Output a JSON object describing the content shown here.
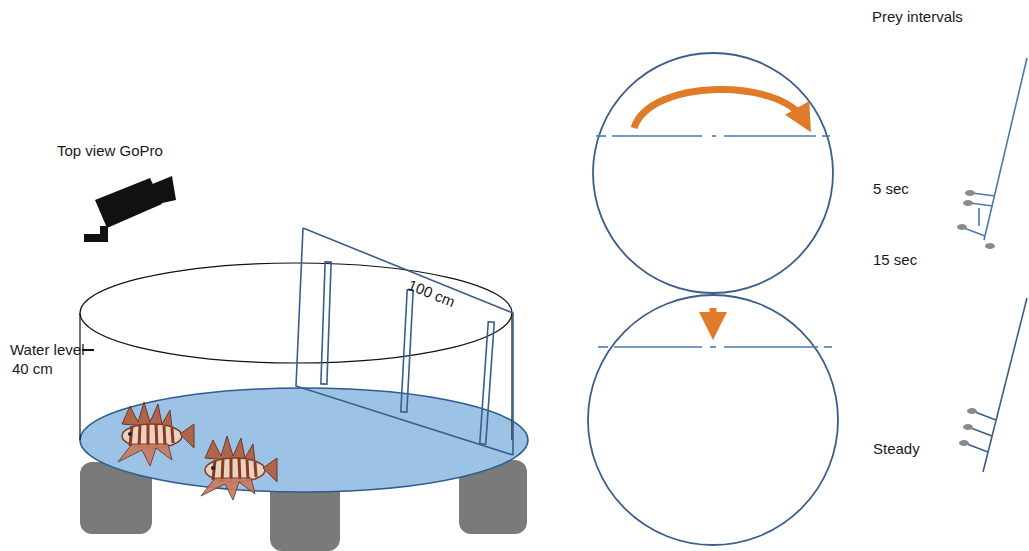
{
  "diagram": {
    "labels": [
      "Top view GoPro",
      "Water level",
      "40 cm",
      "100 cm",
      "Prey intervals",
      "5 sec",
      "15 sec",
      "Steady"
    ]
  }
}
